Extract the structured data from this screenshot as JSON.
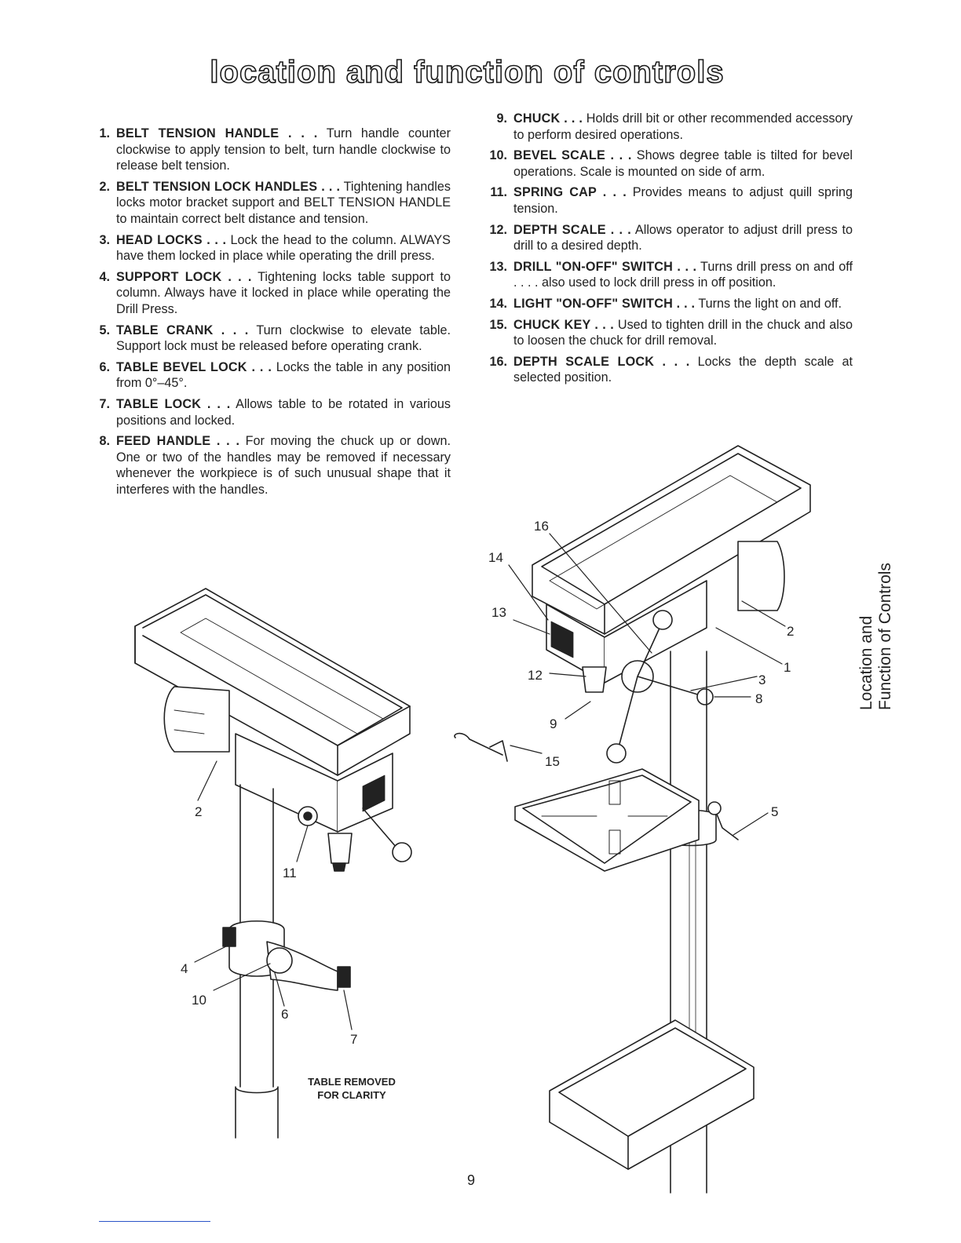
{
  "title": "location and function of controls",
  "controls": [
    {
      "num": "1.",
      "term": "BELT TENSION HANDLE . . .",
      "desc": " Turn handle counter clockwise to apply tension to belt, turn handle clockwise to release belt tension."
    },
    {
      "num": "2.",
      "term": "BELT TENSION LOCK HANDLES . . .",
      "desc": " Tightening handles locks motor bracket support and BELT TENSION HANDLE to maintain correct belt distance and tension."
    },
    {
      "num": "3.",
      "term": "HEAD LOCKS . . .",
      "desc": " Lock the head to the column. ALWAYS have them locked in place while operating the drill press."
    },
    {
      "num": "4.",
      "term": "SUPPORT LOCK . . .",
      "desc": " Tightening locks table support to column. Always have it locked in place while operating the Drill Press."
    },
    {
      "num": "5.",
      "term": "TABLE CRANK . . .",
      "desc": " Turn clockwise to elevate table. Support lock must be released before operating crank."
    },
    {
      "num": "6.",
      "term": "TABLE BEVEL LOCK . . .",
      "desc": " Locks the table in any position from 0°–45°."
    },
    {
      "num": "7.",
      "term": "TABLE LOCK . . .",
      "desc": " Allows table to be rotated in various positions and locked."
    },
    {
      "num": "8.",
      "term": "FEED HANDLE . . .",
      "desc": " For moving the chuck up or down. One or two of the handles may be removed if necessary whenever the workpiece is of such unusual shape that it interferes with the handles."
    },
    {
      "num": "9.",
      "term": "CHUCK . . .",
      "desc": " Holds drill bit or other recommended accessory to perform desired operations."
    },
    {
      "num": "10.",
      "term": "BEVEL SCALE . . .",
      "desc": " Shows degree table is tilted for bevel operations. Scale is mounted on side of arm."
    },
    {
      "num": "11.",
      "term": "SPRING CAP . . .",
      "desc": " Provides means to adjust quill spring tension."
    },
    {
      "num": "12.",
      "term": "DEPTH SCALE . . .",
      "desc": " Allows operator to adjust drill press to drill to a desired depth."
    },
    {
      "num": "13.",
      "term": "DRILL \"ON-OFF\" SWITCH . . .",
      "desc": " Turns drill press on and off . . . . also used to lock drill press in off position."
    },
    {
      "num": "14.",
      "term": "LIGHT \"ON-OFF\" SWITCH . . .",
      "desc": " Turns the light on and off."
    },
    {
      "num": "15.",
      "term": "CHUCK KEY . . .",
      "desc": " Used to tighten drill in the chuck and also to loosen the chuck for drill removal."
    },
    {
      "num": "16.",
      "term": "DEPTH SCALE LOCK . . .",
      "desc": " Locks the depth scale at selected position."
    }
  ],
  "figure_left": {
    "callouts": [
      "2",
      "11",
      "4",
      "10",
      "6",
      "7"
    ],
    "note_line1": "TABLE REMOVED",
    "note_line2": "FOR CLARITY"
  },
  "figure_right": {
    "callouts": [
      "16",
      "14",
      "13",
      "12",
      "9",
      "15",
      "2",
      "1",
      "3",
      "8",
      "5"
    ]
  },
  "side_tab": {
    "line1": "Location and",
    "line2": "Function of Controls"
  },
  "page_number": "9"
}
